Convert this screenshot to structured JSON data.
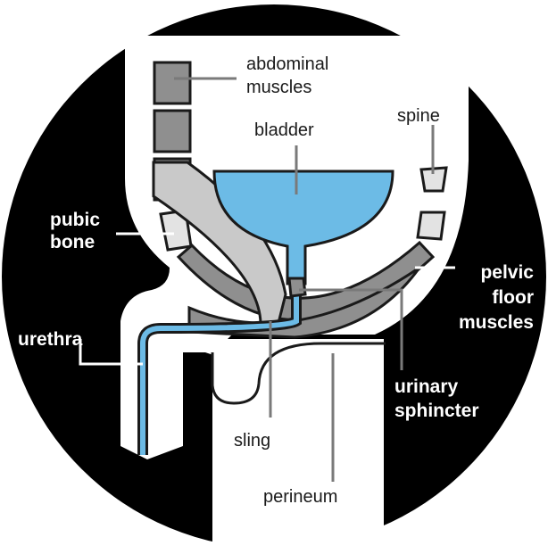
{
  "labels": {
    "abdominal_muscles_line1": "abdominal",
    "abdominal_muscles_line2": "muscles",
    "bladder": "bladder",
    "spine": "spine",
    "pubic_bone_line1": "pubic",
    "pubic_bone_line2": "bone",
    "pelvic_floor_line1": "pelvic",
    "pelvic_floor_line2": "floor",
    "pelvic_floor_line3": "muscles",
    "urethra": "urethra",
    "urinary_sphincter_line1": "urinary",
    "urinary_sphincter_line2": "sphincter",
    "sling": "sling",
    "perineum": "perineum"
  },
  "colors": {
    "background": "#000000",
    "body_cavity": "#ffffff",
    "bladder": "#6cbbe6",
    "muscle": "#8f8f8f",
    "bone": "#e3e3e3",
    "sling": "#c9c9c9",
    "outline": "#1a1a1a"
  }
}
